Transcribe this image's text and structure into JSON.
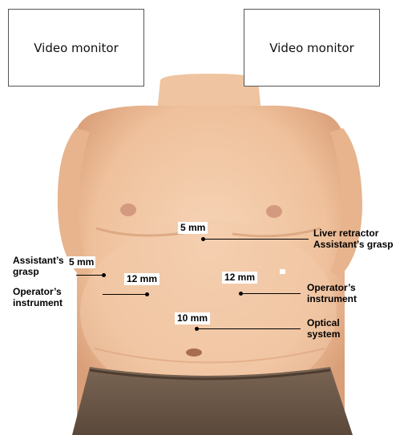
{
  "monitors": [
    {
      "label": "Video monitor"
    },
    {
      "label": "Video monitor"
    }
  ],
  "ports": [
    {
      "size": "5 mm",
      "label_lines": [
        "Liver retractor",
        "Assistant’s grasp"
      ]
    },
    {
      "size": "5 mm",
      "label_lines": [
        "Assistant’s",
        "grasp"
      ]
    },
    {
      "size": "12 mm",
      "label_lines": [
        "Operator’s",
        "instrument"
      ]
    },
    {
      "size": "12 mm",
      "label_lines": [
        "Operator’s",
        "instrument"
      ]
    },
    {
      "size": "10 mm",
      "label_lines": [
        "Optical",
        "system"
      ]
    }
  ],
  "colors": {
    "skin": "#f2c9a6",
    "skin_shadow": "#d9a27c",
    "pants": "#6e5a48"
  }
}
